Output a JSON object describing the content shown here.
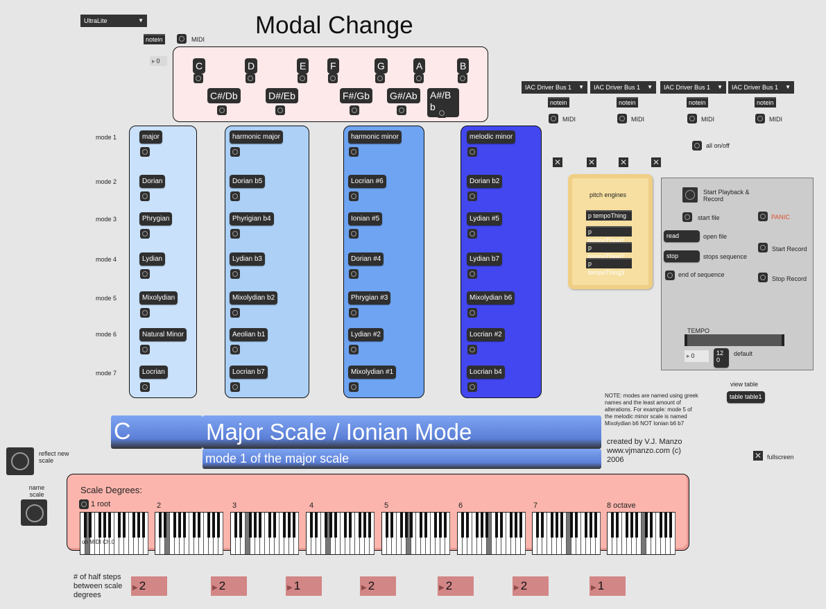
{
  "title": "Modal Change",
  "audio_device": "UltraLite",
  "notein_label": "notein",
  "midi_label": "MIDI",
  "number_zero": "0",
  "notes_natural": [
    "C",
    "D",
    "E",
    "F",
    "G",
    "A",
    "B"
  ],
  "notes_sharp": [
    "C#/Db",
    "D#/Eb",
    "F#/Gb",
    "G#/Ab",
    "A#/B b"
  ],
  "iac_buses": [
    "IAC Driver Bus 1",
    "IAC Driver Bus 1",
    "IAC Driver Bus 1",
    "IAC Driver Bus 1"
  ],
  "all_on_off": "all on/off",
  "mode_labels": [
    "mode 1",
    "mode 2",
    "mode 3",
    "mode 4",
    "mode 5",
    "mode 6",
    "mode 7"
  ],
  "columns": [
    {
      "modes": [
        "major",
        "Dorian",
        "Phrygian",
        "Lydian",
        "Mixolydian",
        "Natural Minor",
        "Locrian"
      ],
      "color": "#c9e1fb"
    },
    {
      "modes": [
        "harmonic major",
        "Dorian b5",
        "Phyrigian b4",
        "Lydian b3",
        "Mixolydian b2",
        "Aeolian b1",
        "Locrian b7"
      ],
      "color": "#acd0f6"
    },
    {
      "modes": [
        "harmonic minor",
        "Locrian #6",
        "Ionian #5",
        "Dorian #4",
        "Phrygian #3",
        "Lydian #2",
        "Mixolydian #1"
      ],
      "color": "#6ea4f1"
    },
    {
      "modes": [
        "melodic minor",
        "Dorian b2",
        "Lydian #5",
        "Lydian b7",
        "Mixolydian b6",
        "Locrian #2",
        "Locrian b4"
      ],
      "color": "#4347ef"
    }
  ],
  "pitch_engines": {
    "title": "pitch engines",
    "items": [
      "p tempoThing",
      "p tempoThing1",
      "p tempoThing2",
      "p tempoThing3"
    ]
  },
  "transport": {
    "start_playback": "Start Playback & Record",
    "start_file": "start file",
    "panic": "PANIC",
    "read": "read",
    "open_file": "open file",
    "start_record": "Start Record",
    "stop": "stop",
    "stops_sequence": "stops sequence",
    "end_of_sequence": "end of sequence",
    "stop_record": "Stop Record",
    "tempo_label": "TEMPO",
    "tempo_value": "0",
    "default_btn": "12 0",
    "default_label": "default"
  },
  "info_note": "NOTE: modes are named using greek names and the least amount of alterations. For example: mode 5 of the melodic minor scale is named Mixolydian b6 NOT Ionian b6 b7",
  "view_table": "view table",
  "table_btn": "table table1",
  "root_display": "C",
  "scale_display": "Major Scale / Ionian Mode",
  "mode_display": "mode 1 of the major scale",
  "credits": [
    "created by V.J. Manzo",
    "www.vjmanzo.com (c)",
    "2006"
  ],
  "reflect_new_scale": "reflect new scale",
  "name_scale": "name scale",
  "fullscreen": "fullscreen",
  "scale_degrees": {
    "title": "Scale Degrees:",
    "labels": [
      "1 root",
      "2",
      "3",
      "4",
      "5",
      "6",
      "7",
      "8 octave"
    ],
    "midi_channel": "on MIDI Ch.0"
  },
  "half_steps_label": "# of half steps between scale degrees",
  "half_steps": [
    "2",
    "2",
    "1",
    "2",
    "2",
    "2",
    "1"
  ],
  "colors": {
    "background": "#e6e6e6",
    "notes_panel": "#fde9e9",
    "pitch_panel": "#f6dfa0",
    "degrees_panel": "#fbb5ad",
    "display_bar": "#7098ec",
    "panic": "#e05030"
  }
}
